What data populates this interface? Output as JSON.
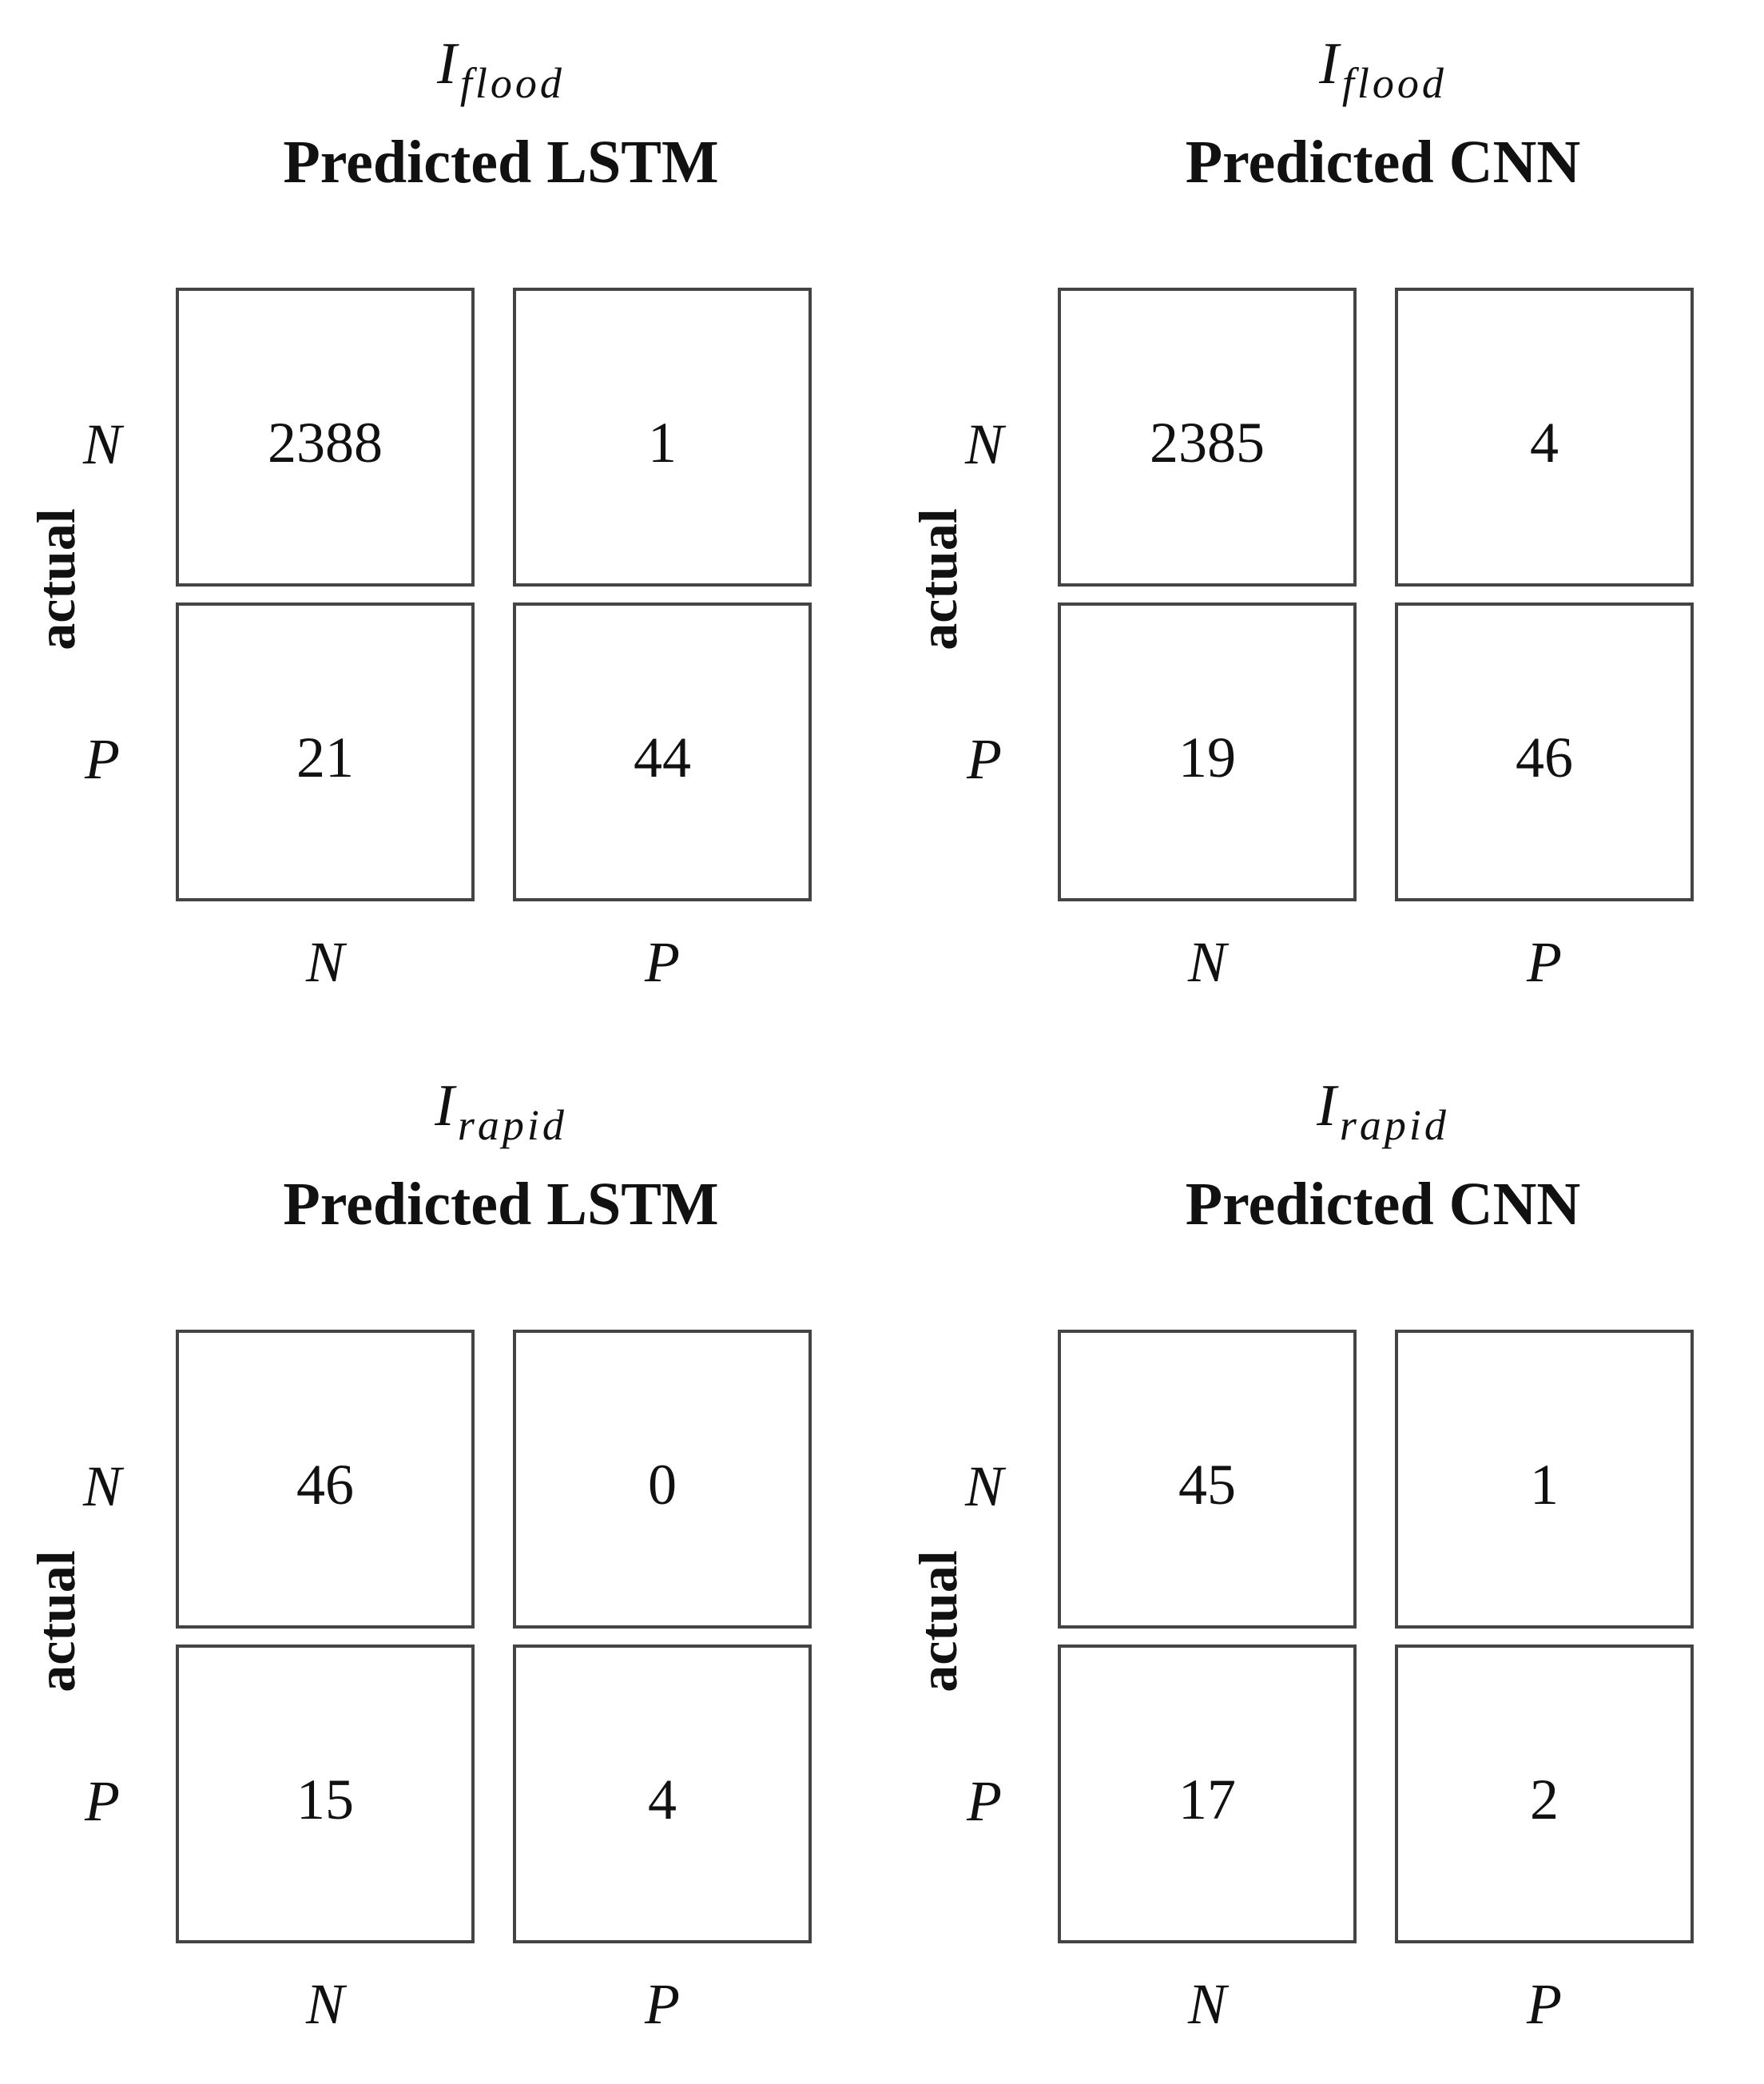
{
  "chart_data": [
    {
      "type": "table",
      "subtitle": {
        "symbol": "I",
        "subscript": "flood"
      },
      "title": "Predicted LSTM",
      "ylabel": "actual",
      "row_labels": [
        "N",
        "P"
      ],
      "col_labels": [
        "N",
        "P"
      ],
      "matrix": [
        [
          2388,
          1
        ],
        [
          21,
          44
        ]
      ]
    },
    {
      "type": "table",
      "subtitle": {
        "symbol": "I",
        "subscript": "flood"
      },
      "title": "Predicted CNN",
      "ylabel": "actual",
      "row_labels": [
        "N",
        "P"
      ],
      "col_labels": [
        "N",
        "P"
      ],
      "matrix": [
        [
          2385,
          4
        ],
        [
          19,
          46
        ]
      ]
    },
    {
      "type": "table",
      "subtitle": {
        "symbol": "I",
        "subscript": "rapid"
      },
      "title": "Predicted LSTM",
      "ylabel": "actual",
      "row_labels": [
        "N",
        "P"
      ],
      "col_labels": [
        "N",
        "P"
      ],
      "matrix": [
        [
          46,
          0
        ],
        [
          15,
          4
        ]
      ]
    },
    {
      "type": "table",
      "subtitle": {
        "symbol": "I",
        "subscript": "rapid"
      },
      "title": "Predicted CNN",
      "ylabel": "actual",
      "row_labels": [
        "N",
        "P"
      ],
      "col_labels": [
        "N",
        "P"
      ],
      "matrix": [
        [
          45,
          1
        ],
        [
          17,
          2
        ]
      ]
    }
  ]
}
